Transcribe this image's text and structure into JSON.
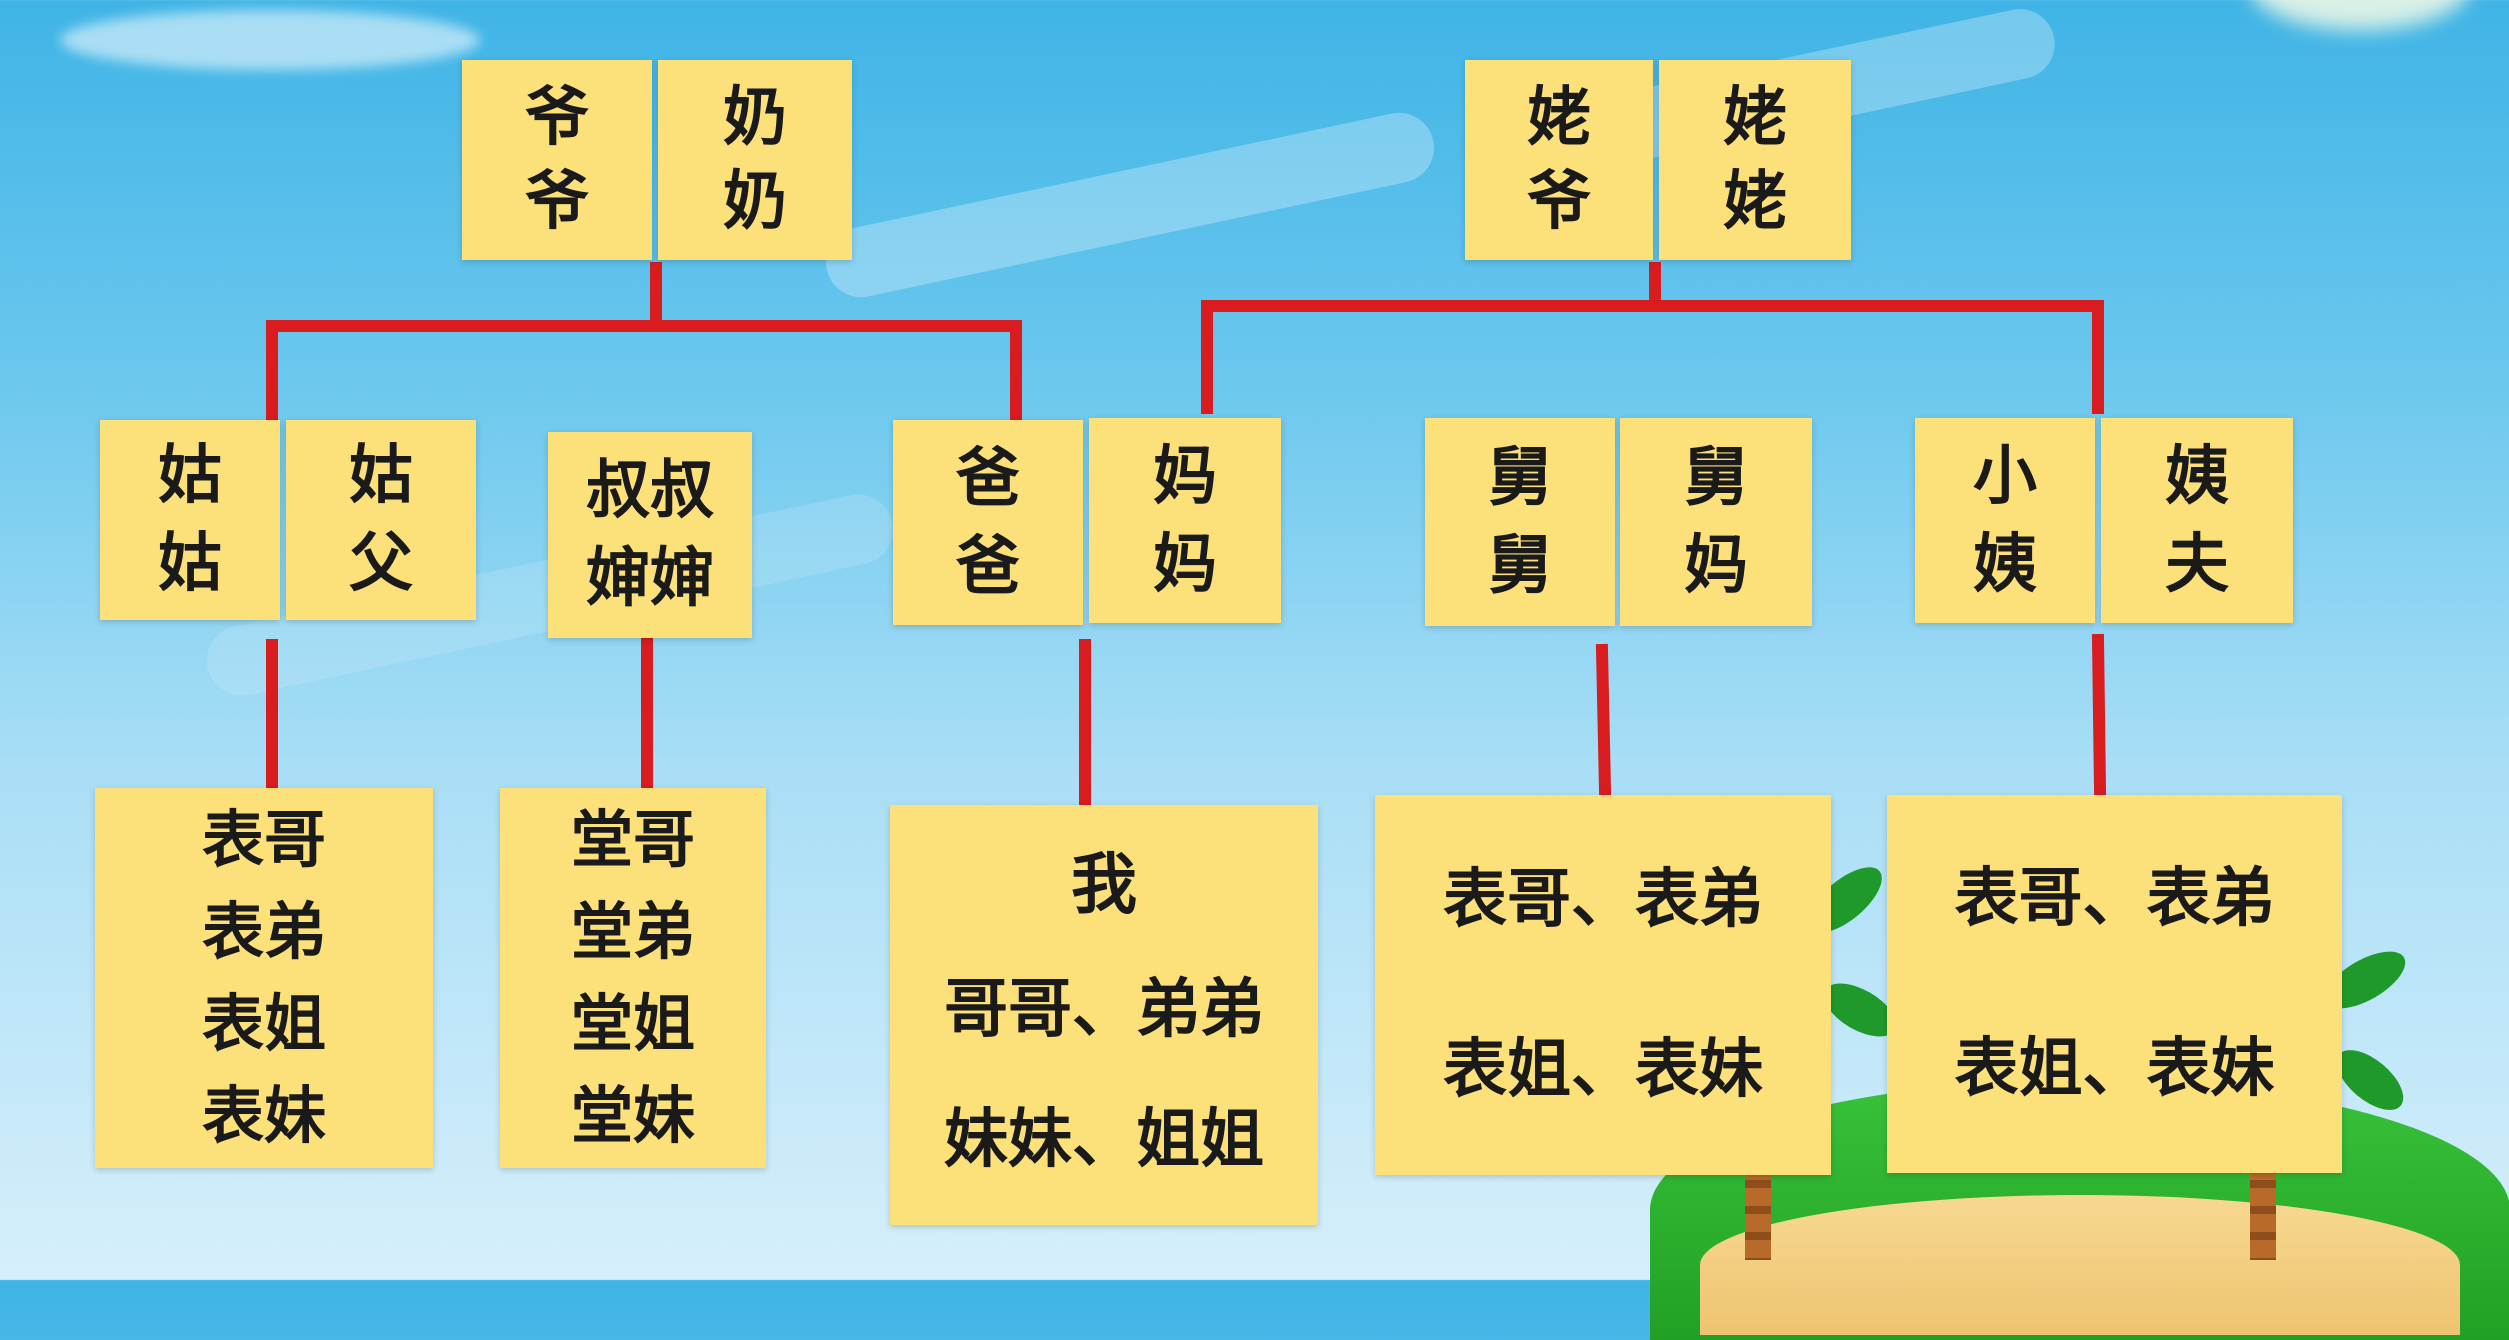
{
  "colors": {
    "box": "#fce07a",
    "line": "#d81c20"
  },
  "paternal_grandparents": {
    "grandpa": [
      "爷",
      "爷"
    ],
    "grandma": [
      "奶",
      "奶"
    ]
  },
  "maternal_grandparents": {
    "grandpa": [
      "姥",
      "爷"
    ],
    "grandma": [
      "姥",
      "姥"
    ]
  },
  "gen2": {
    "aunt_paternal": [
      "姑",
      "姑"
    ],
    "aunt_husband": [
      "姑",
      "父"
    ],
    "uncle_paternal": [
      "叔叔",
      "婶婶"
    ],
    "father": [
      "爸",
      "爸"
    ],
    "mother": [
      "妈",
      "妈"
    ],
    "uncle_maternal": [
      "舅",
      "舅"
    ],
    "uncle_maternal_wife": [
      "舅",
      "妈"
    ],
    "aunt_maternal": [
      "小",
      "姨"
    ],
    "aunt_maternal_husband": [
      "姨",
      "夫"
    ]
  },
  "gen3": {
    "cousins_aunt": [
      "表哥",
      "表弟",
      "表姐",
      "表妹"
    ],
    "cousins_uncle": [
      "堂哥",
      "堂弟",
      "堂姐",
      "堂妹"
    ],
    "me": "我",
    "siblings": [
      "哥哥、弟弟",
      "妹妹、姐姐"
    ],
    "cousins_maternal_uncle": [
      "表哥、表弟",
      "表姐、表妹"
    ],
    "cousins_maternal_aunt": [
      "表哥、表弟",
      "表姐、表妹"
    ]
  }
}
